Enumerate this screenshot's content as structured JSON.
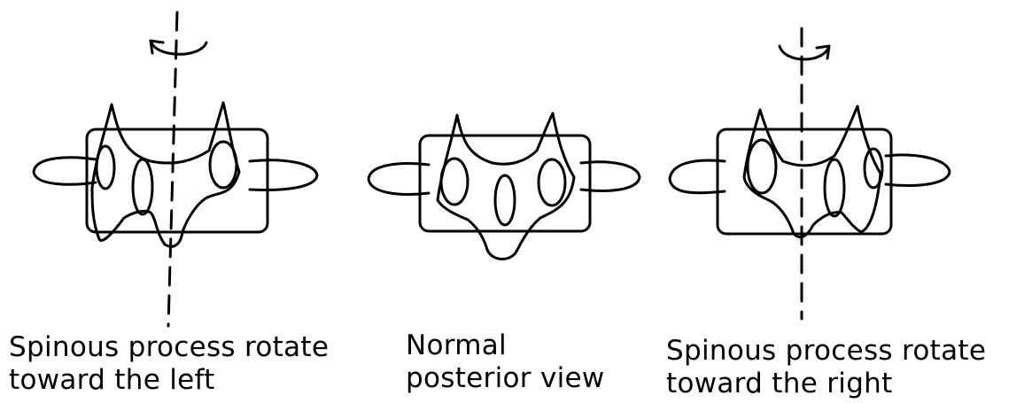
{
  "captions": {
    "left": {
      "line1": "Spinous process rotate",
      "line2": "toward the left"
    },
    "middle": {
      "line1": "Normal",
      "line2": "posterior view"
    },
    "right": {
      "line1": "Spinous process rotate",
      "line2": "toward the right"
    }
  },
  "colors": {
    "ink": "#000000",
    "background": "#ffffff"
  },
  "icons": [
    "rotation-arrow-left-icon",
    "rotation-arrow-right-icon"
  ]
}
